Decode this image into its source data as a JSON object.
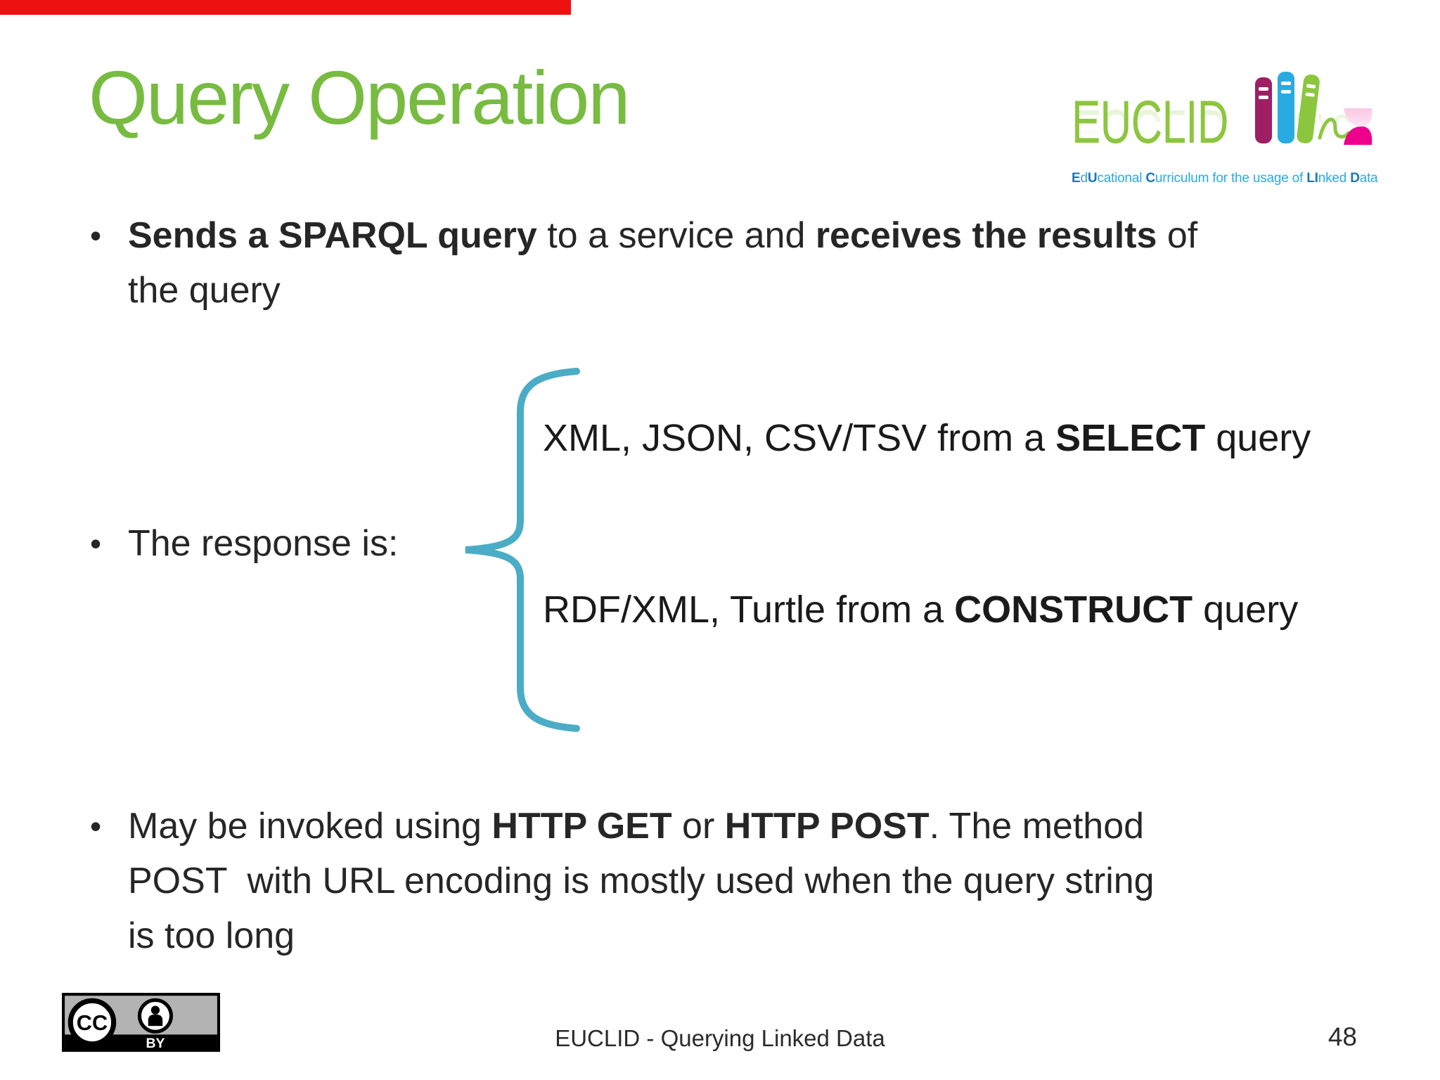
{
  "title": "Query Operation",
  "bullet_char": "•",
  "logo": {
    "wordmark": "EUCLID",
    "tagline_runs": [
      {
        "t": "E",
        "b": true
      },
      {
        "t": "d",
        "b": false
      },
      {
        "t": "U",
        "b": true
      },
      {
        "t": "cational ",
        "b": false
      },
      {
        "t": "C",
        "b": true
      },
      {
        "t": "urriculum for the usage of ",
        "b": false
      },
      {
        "t": "L",
        "b": true
      },
      {
        "t": "I",
        "b": true
      },
      {
        "t": "nked ",
        "b": false
      },
      {
        "t": "D",
        "b": true
      },
      {
        "t": "ata",
        "b": false
      }
    ]
  },
  "bullets": {
    "b1_runs": [
      {
        "t": "Sends a SPARQL query",
        "b": true
      },
      {
        "t": " to a service and ",
        "b": false
      },
      {
        "t": "receives the results",
        "b": true
      },
      {
        "t": " of\nthe query",
        "b": false
      }
    ],
    "b2": "The response is:",
    "b3_runs": [
      {
        "t": "May be invoked using ",
        "b": false
      },
      {
        "t": "HTTP GET",
        "b": true
      },
      {
        "t": " or ",
        "b": false
      },
      {
        "t": "HTTP POST",
        "b": true
      },
      {
        "t": ". The method\nPOST  with URL encoding is mostly used when the query string\nis too long",
        "b": false
      }
    ]
  },
  "responses": {
    "select_runs": [
      {
        "t": "XML, JSON, CSV/TSV from a ",
        "b": false
      },
      {
        "t": "SELECT",
        "b": true
      },
      {
        "t": " query",
        "b": false
      }
    ],
    "construct_runs": [
      {
        "t": "RDF/XML, Turtle from a ",
        "b": false
      },
      {
        "t": "CONSTRUCT",
        "b": true
      },
      {
        "t": " query",
        "b": false
      }
    ]
  },
  "footer": {
    "cc_text": "CC",
    "cc_license": "BY",
    "credit": "EUCLID - Querying Linked Data",
    "page_number": "48"
  },
  "colors": {
    "title-green": "#77bb41",
    "logo-green": "#8cc63e",
    "logo-blue": "#29abe2",
    "logo-blue-dark": "#1b75bc",
    "book-plum": "#9e1f63",
    "mouse-pink": "#ec008c",
    "brace-teal": "#4bacc6",
    "text-dark": "#262626",
    "top-bar-red": "#ee1111"
  }
}
